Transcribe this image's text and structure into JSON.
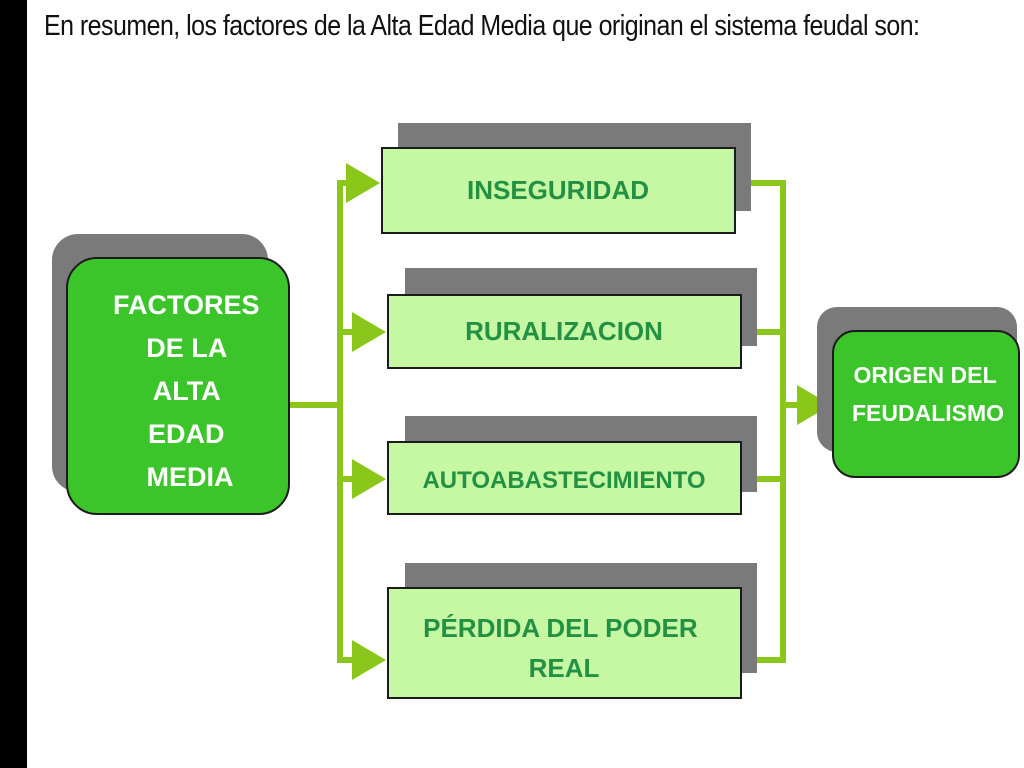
{
  "intro_text": "En resumen, los factores de la Alta Edad Media que originan el sistema feudal son:",
  "source": {
    "lines": [
      "FACTORES",
      "DE LA",
      "ALTA",
      "EDAD",
      "MEDIA"
    ]
  },
  "factors": [
    {
      "lines": [
        "INSEGURIDAD"
      ]
    },
    {
      "lines": [
        "RURALIZACION"
      ]
    },
    {
      "lines": [
        "AUTOABASTECIMIENTO"
      ]
    },
    {
      "lines": [
        "PÉRDIDA DEL PODER",
        "REAL"
      ]
    }
  ],
  "result": {
    "lines": [
      "ORIGEN DEL",
      "FEUDALISMO"
    ]
  },
  "colors": {
    "dark_green": "#3cc42b",
    "light_green": "#c6f7a2",
    "connector": "#8bc61a",
    "shadow": "#7a7a7a",
    "factor_text": "#239143",
    "white_text": "#ffffff"
  }
}
